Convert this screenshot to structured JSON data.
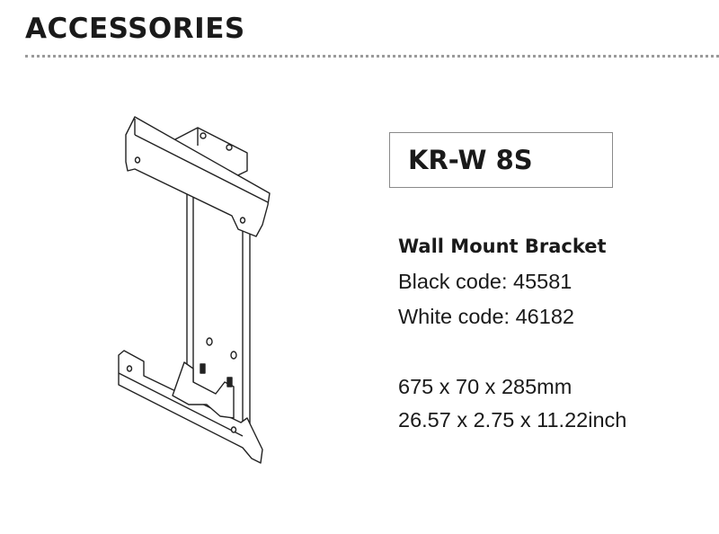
{
  "header": {
    "title": "ACCESSORIES"
  },
  "product": {
    "code": "KR-W 8S",
    "name": "Wall Mount Bracket",
    "black_code": "Black code: 45581",
    "white_code": "White code: 46182",
    "dimensions_mm": "675 x 70 x 285mm",
    "dimensions_inch": "26.57 x 2.75 x 11.22inch"
  }
}
